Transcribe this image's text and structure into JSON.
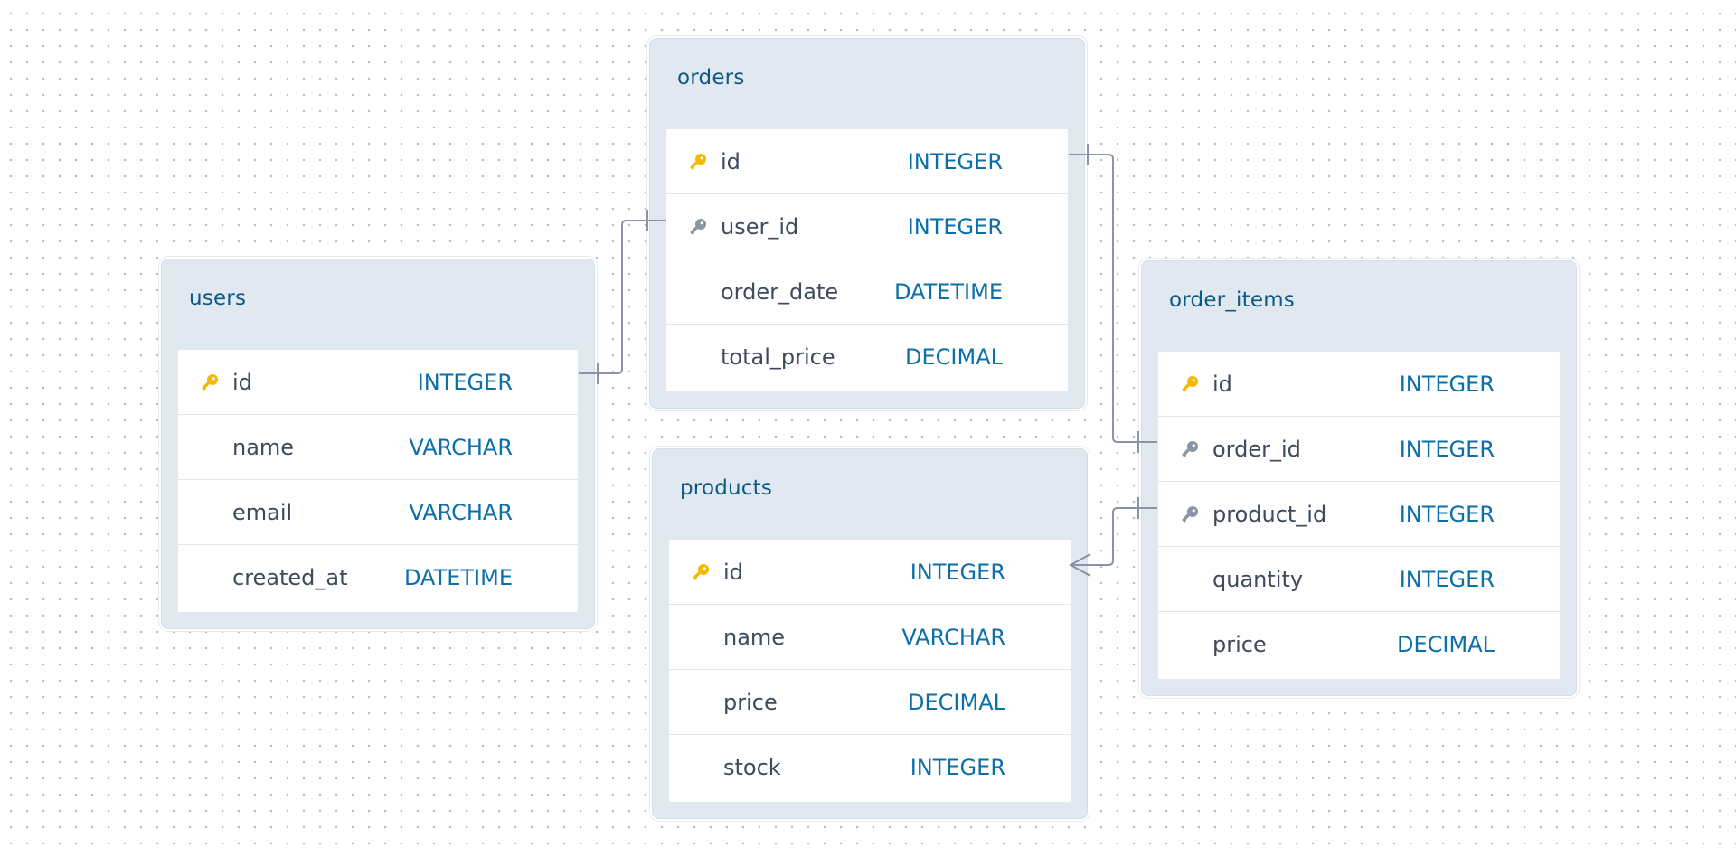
{
  "diagram": {
    "colors": {
      "title": "#0b5a86",
      "type": "#0b6fa8",
      "primary_key_icon": "#f5b800",
      "foreign_key_icon": "#8a94a6",
      "connector": "#8a94a6",
      "card_bg": "#e2e8f0"
    },
    "tables": {
      "users": {
        "title": "users",
        "columns": [
          {
            "name": "id",
            "type": "INTEGER",
            "key": "primary-key-icon"
          },
          {
            "name": "name",
            "type": "VARCHAR",
            "key": ""
          },
          {
            "name": "email",
            "type": "VARCHAR",
            "key": ""
          },
          {
            "name": "created_at",
            "type": "DATETIME",
            "key": ""
          }
        ]
      },
      "orders": {
        "title": "orders",
        "columns": [
          {
            "name": "id",
            "type": "INTEGER",
            "key": "primary-key-icon"
          },
          {
            "name": "user_id",
            "type": "INTEGER",
            "key": "foreign-key-icon"
          },
          {
            "name": "order_date",
            "type": "DATETIME",
            "key": ""
          },
          {
            "name": "total_price",
            "type": "DECIMAL",
            "key": ""
          }
        ]
      },
      "products": {
        "title": "products",
        "columns": [
          {
            "name": "id",
            "type": "INTEGER",
            "key": "primary-key-icon"
          },
          {
            "name": "name",
            "type": "VARCHAR",
            "key": ""
          },
          {
            "name": "price",
            "type": "DECIMAL",
            "key": ""
          },
          {
            "name": "stock",
            "type": "INTEGER",
            "key": ""
          }
        ]
      },
      "order_items": {
        "title": "order_items",
        "columns": [
          {
            "name": "id",
            "type": "INTEGER",
            "key": "primary-key-icon"
          },
          {
            "name": "order_id",
            "type": "INTEGER",
            "key": "foreign-key-icon"
          },
          {
            "name": "product_id",
            "type": "INTEGER",
            "key": "foreign-key-icon"
          },
          {
            "name": "quantity",
            "type": "INTEGER",
            "key": ""
          },
          {
            "name": "price",
            "type": "DECIMAL",
            "key": ""
          }
        ]
      }
    },
    "relationships": [
      {
        "from": "users.id",
        "to": "orders.user_id",
        "from_end": "one",
        "to_end": "one"
      },
      {
        "from": "orders.id",
        "to": "order_items.order_id",
        "from_end": "one",
        "to_end": "one"
      },
      {
        "from": "products.id",
        "to": "order_items.product_id",
        "from_end": "many",
        "to_end": "one"
      }
    ]
  }
}
